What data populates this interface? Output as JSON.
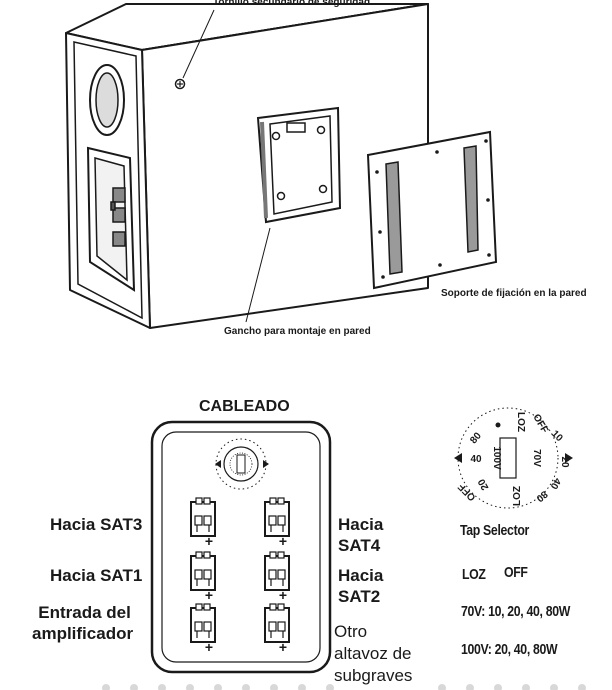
{
  "labels": {
    "security_screw": "Tornillo secundario de seguridad",
    "wall_bracket": "Soporte de fijación en la pared",
    "wall_hook": "Gancho para montaje en pared",
    "wiring_title": "CABLEADO",
    "to_sat3": "Hacia SAT3",
    "to_sat1": "Hacia SAT1",
    "amp_input_1": "Entrada del",
    "amp_input_2": "amplificador",
    "to_sat4_1": "Hacia",
    "to_sat4_2": "SAT4",
    "to_sat2_1": "Hacia",
    "to_sat2_2": "SAT2",
    "other_sub_1": "Otro",
    "other_sub_2": "altavoz de",
    "other_sub_3": "subgraves"
  },
  "tap_selector": {
    "title": "Tap Selector",
    "loz_label": "LOZ",
    "off_label": "OFF",
    "line_70v": "70V: 10, 20, 40, 80W",
    "line_100v": "100V: 20, 40, 80W",
    "dial_marks": [
      "LOZ",
      "OFF",
      "10",
      "20",
      "40",
      "80",
      "OFF",
      "20",
      "40",
      "80",
      "LOZ",
      "100V",
      "70V"
    ]
  },
  "terminal_polarity": "+"
}
